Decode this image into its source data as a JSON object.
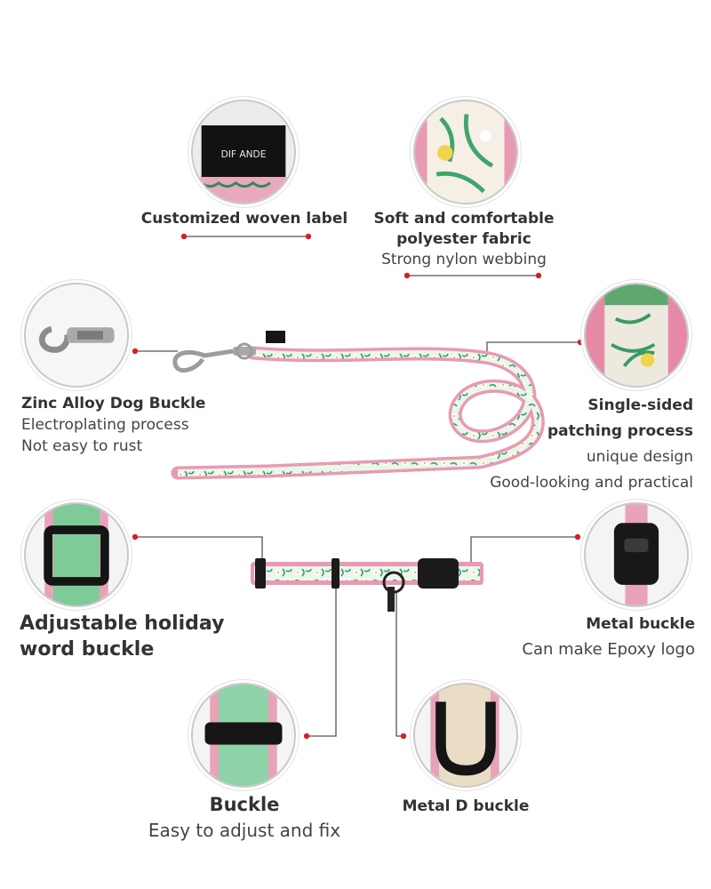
{
  "brand_label": "DIF ANDE",
  "accent_color": "#d61f26",
  "line_color": "#555555",
  "features": {
    "woven_label": {
      "title": "Customized woven label"
    },
    "fabric": {
      "title_line1": "Soft and comfortable",
      "title_line2": "polyester fabric",
      "desc": "Strong nylon webbing"
    },
    "zinc_buckle": {
      "title": "Zinc Alloy Dog Buckle",
      "desc_line1": "Electroplating process",
      "desc_line2": "Not easy to rust"
    },
    "patching": {
      "title_line1": "Single-sided",
      "title_line2": "patching process",
      "desc_line1": "unique design",
      "desc_line2": "Good-looking and practical"
    },
    "holiday_buckle": {
      "title_line1": "Adjustable holiday",
      "title_line2": "word buckle"
    },
    "metal_buckle": {
      "title": "Metal buckle",
      "desc": "Can make Epoxy logo"
    },
    "buckle": {
      "title": "Buckle",
      "desc": "Easy to adjust and fix"
    },
    "d_buckle": {
      "title": "Metal D buckle"
    }
  },
  "icons": [
    "woven-label-icon",
    "fabric-closeup-icon",
    "zinc-hook-icon",
    "patching-closeup-icon",
    "holiday-buckle-icon",
    "metal-buckle-icon",
    "slider-buckle-icon",
    "d-ring-icon",
    "leash-icon",
    "collar-icon"
  ]
}
